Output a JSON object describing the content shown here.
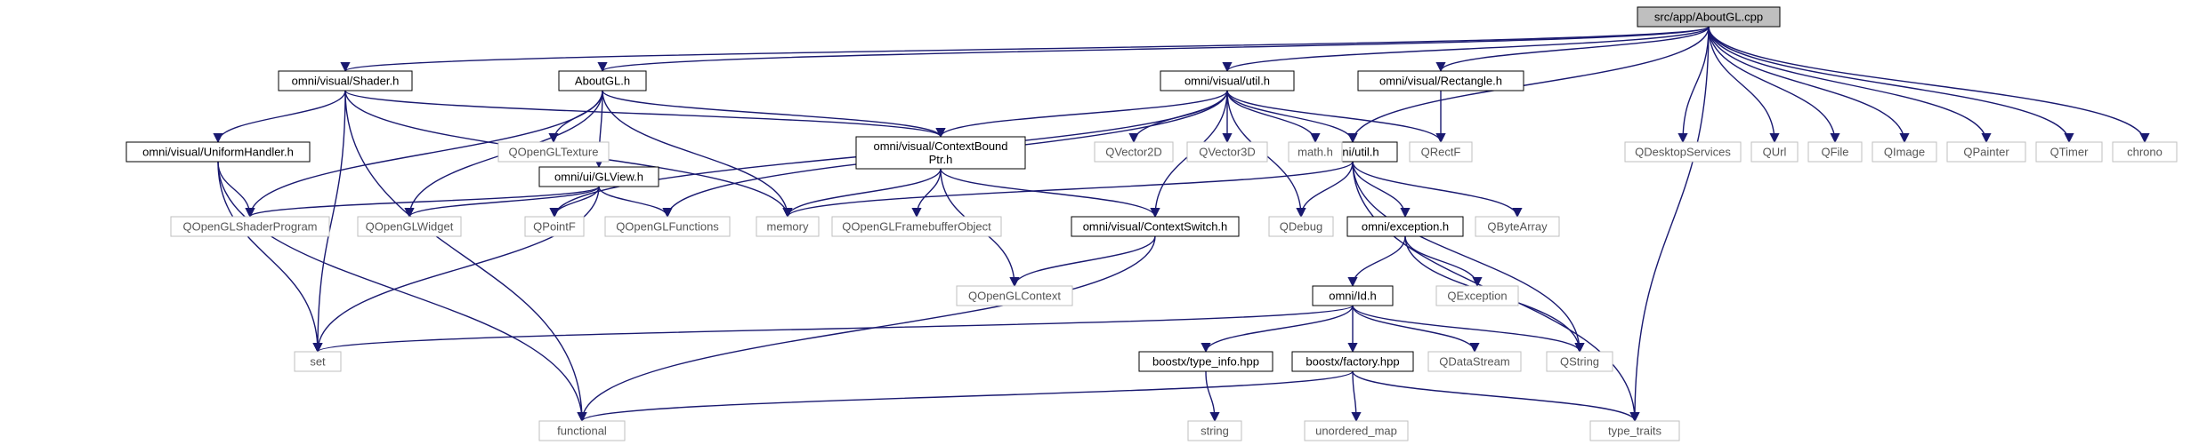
{
  "nodes": [
    {
      "id": "aboutgl_cpp",
      "label": "src/app/AboutGL.cpp",
      "kind": "root"
    },
    {
      "id": "shader_h",
      "label": "omni/visual/Shader.h",
      "kind": "local"
    },
    {
      "id": "aboutgl_h",
      "label": "AboutGL.h",
      "kind": "local"
    },
    {
      "id": "util_visual_h",
      "label": "omni/visual/util.h",
      "kind": "local"
    },
    {
      "id": "rectangle_h",
      "label": "omni/visual/Rectangle.h",
      "kind": "local"
    },
    {
      "id": "omni_util_h",
      "label": "omni/util.h",
      "kind": "local"
    },
    {
      "id": "uniformhandler_h",
      "label": "omni/visual/UniformHandler.h",
      "kind": "local"
    },
    {
      "id": "glview_h",
      "label": "omni/ui/GLView.h",
      "kind": "local"
    },
    {
      "id": "contextboundptr_h",
      "label": [
        "omni/visual/ContextBound",
        "Ptr.h"
      ],
      "kind": "local"
    },
    {
      "id": "contextswitch_h",
      "label": "omni/visual/ContextSwitch.h",
      "kind": "local"
    },
    {
      "id": "exception_h",
      "label": "omni/exception.h",
      "kind": "local"
    },
    {
      "id": "id_h",
      "label": "omni/Id.h",
      "kind": "local"
    },
    {
      "id": "type_info_hpp",
      "label": "boostx/type_info.hpp",
      "kind": "local"
    },
    {
      "id": "factory_hpp",
      "label": "boostx/factory.hpp",
      "kind": "local"
    },
    {
      "id": "qdesktopservices",
      "label": "QDesktopServices",
      "kind": "system"
    },
    {
      "id": "qurl",
      "label": "QUrl",
      "kind": "system"
    },
    {
      "id": "qfile",
      "label": "QFile",
      "kind": "system"
    },
    {
      "id": "qimage",
      "label": "QImage",
      "kind": "system"
    },
    {
      "id": "qpainter",
      "label": "QPainter",
      "kind": "system"
    },
    {
      "id": "qtimer",
      "label": "QTimer",
      "kind": "system"
    },
    {
      "id": "chrono",
      "label": "chrono",
      "kind": "system"
    },
    {
      "id": "qopenglshaderprogram",
      "label": "QOpenGLShaderProgram",
      "kind": "system"
    },
    {
      "id": "qopenglwidget",
      "label": "QOpenGLWidget",
      "kind": "system"
    },
    {
      "id": "qopengltexture",
      "label": "QOpenGLTexture",
      "kind": "system"
    },
    {
      "id": "qpointf",
      "label": "QPointF",
      "kind": "system"
    },
    {
      "id": "qopenglfunctions",
      "label": "QOpenGLFunctions",
      "kind": "system"
    },
    {
      "id": "memory",
      "label": "memory",
      "kind": "system"
    },
    {
      "id": "qopenglframebufferobject",
      "label": "QOpenGLFramebufferObject",
      "kind": "system"
    },
    {
      "id": "qvector2d",
      "label": "QVector2D",
      "kind": "system"
    },
    {
      "id": "qvector3d",
      "label": "QVector3D",
      "kind": "system"
    },
    {
      "id": "math_h",
      "label": "math.h",
      "kind": "system"
    },
    {
      "id": "qrectf",
      "label": "QRectF",
      "kind": "system"
    },
    {
      "id": "qdebug",
      "label": "QDebug",
      "kind": "system"
    },
    {
      "id": "qbytearray",
      "label": "QByteArray",
      "kind": "system"
    },
    {
      "id": "qopenglcontext",
      "label": "QOpenGLContext",
      "kind": "system"
    },
    {
      "id": "qexception",
      "label": "QException",
      "kind": "system"
    },
    {
      "id": "set",
      "label": "set",
      "kind": "system"
    },
    {
      "id": "qdatastream",
      "label": "QDataStream",
      "kind": "system"
    },
    {
      "id": "qstring",
      "label": "QString",
      "kind": "system"
    },
    {
      "id": "string",
      "label": "string",
      "kind": "system"
    },
    {
      "id": "functional",
      "label": "functional",
      "kind": "system"
    },
    {
      "id": "unordered_map",
      "label": "unordered_map",
      "kind": "system"
    },
    {
      "id": "type_traits",
      "label": "type_traits",
      "kind": "system"
    }
  ],
  "edges": [
    [
      "aboutgl_cpp",
      "shader_h"
    ],
    [
      "aboutgl_cpp",
      "aboutgl_h"
    ],
    [
      "aboutgl_cpp",
      "util_visual_h"
    ],
    [
      "aboutgl_cpp",
      "rectangle_h"
    ],
    [
      "aboutgl_cpp",
      "omni_util_h"
    ],
    [
      "aboutgl_cpp",
      "qdesktopservices"
    ],
    [
      "aboutgl_cpp",
      "qurl"
    ],
    [
      "aboutgl_cpp",
      "qfile"
    ],
    [
      "aboutgl_cpp",
      "qimage"
    ],
    [
      "aboutgl_cpp",
      "qpainter"
    ],
    [
      "aboutgl_cpp",
      "qtimer"
    ],
    [
      "aboutgl_cpp",
      "chrono"
    ],
    [
      "aboutgl_cpp",
      "type_traits"
    ],
    [
      "shader_h",
      "uniformhandler_h"
    ],
    [
      "shader_h",
      "contextboundptr_h"
    ],
    [
      "shader_h",
      "memory"
    ],
    [
      "shader_h",
      "set"
    ],
    [
      "shader_h",
      "functional"
    ],
    [
      "aboutgl_h",
      "glview_h"
    ],
    [
      "aboutgl_h",
      "contextboundptr_h"
    ],
    [
      "aboutgl_h",
      "qopenglshaderprogram"
    ],
    [
      "aboutgl_h",
      "qopenglwidget"
    ],
    [
      "aboutgl_h",
      "qopengltexture"
    ],
    [
      "aboutgl_h",
      "memory"
    ],
    [
      "util_visual_h",
      "contextboundptr_h"
    ],
    [
      "util_visual_h",
      "contextswitch_h"
    ],
    [
      "util_visual_h",
      "omni_util_h"
    ],
    [
      "util_visual_h",
      "qvector2d"
    ],
    [
      "util_visual_h",
      "qvector3d"
    ],
    [
      "util_visual_h",
      "math_h"
    ],
    [
      "util_visual_h",
      "qrectf"
    ],
    [
      "util_visual_h",
      "qdebug"
    ],
    [
      "util_visual_h",
      "qpointf"
    ],
    [
      "util_visual_h",
      "qopenglfunctions"
    ],
    [
      "rectangle_h",
      "qrectf"
    ],
    [
      "omni_util_h",
      "exception_h"
    ],
    [
      "omni_util_h",
      "memory"
    ],
    [
      "omni_util_h",
      "qdebug"
    ],
    [
      "omni_util_h",
      "qbytearray"
    ],
    [
      "omni_util_h",
      "qstring"
    ],
    [
      "omni_util_h",
      "type_traits"
    ],
    [
      "uniformhandler_h",
      "qopenglshaderprogram"
    ],
    [
      "uniformhandler_h",
      "set"
    ],
    [
      "uniformhandler_h",
      "functional"
    ],
    [
      "glview_h",
      "qopenglshaderprogram"
    ],
    [
      "glview_h",
      "qopenglwidget"
    ],
    [
      "glview_h",
      "qpointf"
    ],
    [
      "glview_h",
      "qopenglfunctions"
    ],
    [
      "glview_h",
      "set"
    ],
    [
      "contextboundptr_h",
      "memory"
    ],
    [
      "contextboundptr_h",
      "qopenglframebufferobject"
    ],
    [
      "contextboundptr_h",
      "contextswitch_h"
    ],
    [
      "contextboundptr_h",
      "qopenglcontext"
    ],
    [
      "contextswitch_h",
      "qopenglcontext"
    ],
    [
      "contextswitch_h",
      "functional"
    ],
    [
      "exception_h",
      "id_h"
    ],
    [
      "exception_h",
      "qexception"
    ],
    [
      "exception_h",
      "qstring"
    ],
    [
      "id_h",
      "set"
    ],
    [
      "id_h",
      "type_info_hpp"
    ],
    [
      "id_h",
      "factory_hpp"
    ],
    [
      "id_h",
      "qdatastream"
    ],
    [
      "id_h",
      "qstring"
    ],
    [
      "type_info_hpp",
      "string"
    ],
    [
      "factory_hpp",
      "functional"
    ],
    [
      "factory_hpp",
      "unordered_map"
    ],
    [
      "factory_hpp",
      "type_traits"
    ]
  ]
}
